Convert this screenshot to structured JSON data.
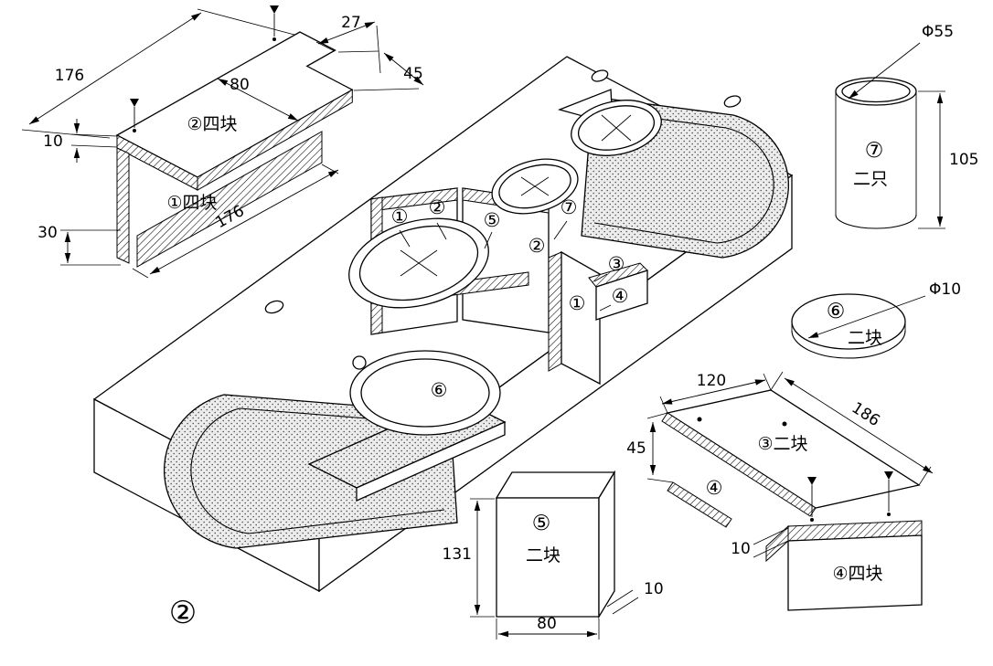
{
  "figure": {
    "label": "②"
  },
  "assembly": {
    "callout_1a": "①",
    "callout_2a": "②",
    "callout_5": "⑤",
    "callout_7": "⑦",
    "callout_2b": "②",
    "callout_3": "③",
    "callout_1b": "①",
    "callout_4": "④",
    "callout_6": "⑥"
  },
  "detail12": {
    "part2_label": "②四块",
    "part1_label": "①四块",
    "dim_len_top": "176",
    "dim_notch_w": "27",
    "dim_width": "80",
    "dim_notch_d": "45",
    "dim_thickness": "10",
    "dim_leg_h": "30",
    "dim_len_bottom": "176"
  },
  "detail7": {
    "callout": "⑦",
    "qty": "二只",
    "dim_dia": "Φ55",
    "dim_h": "105"
  },
  "detail6": {
    "callout": "⑥",
    "qty": "二块",
    "dim_dia": "Φ10"
  },
  "detail3": {
    "label": "③二块",
    "callout4": "④",
    "dim_w": "120",
    "dim_h": "45",
    "dim_len": "186"
  },
  "detail4": {
    "label": "④四块",
    "dim_t": "10"
  },
  "detail5": {
    "callout": "⑤",
    "qty": "二块",
    "dim_h": "131",
    "dim_w": "80",
    "dim_t": "10"
  }
}
